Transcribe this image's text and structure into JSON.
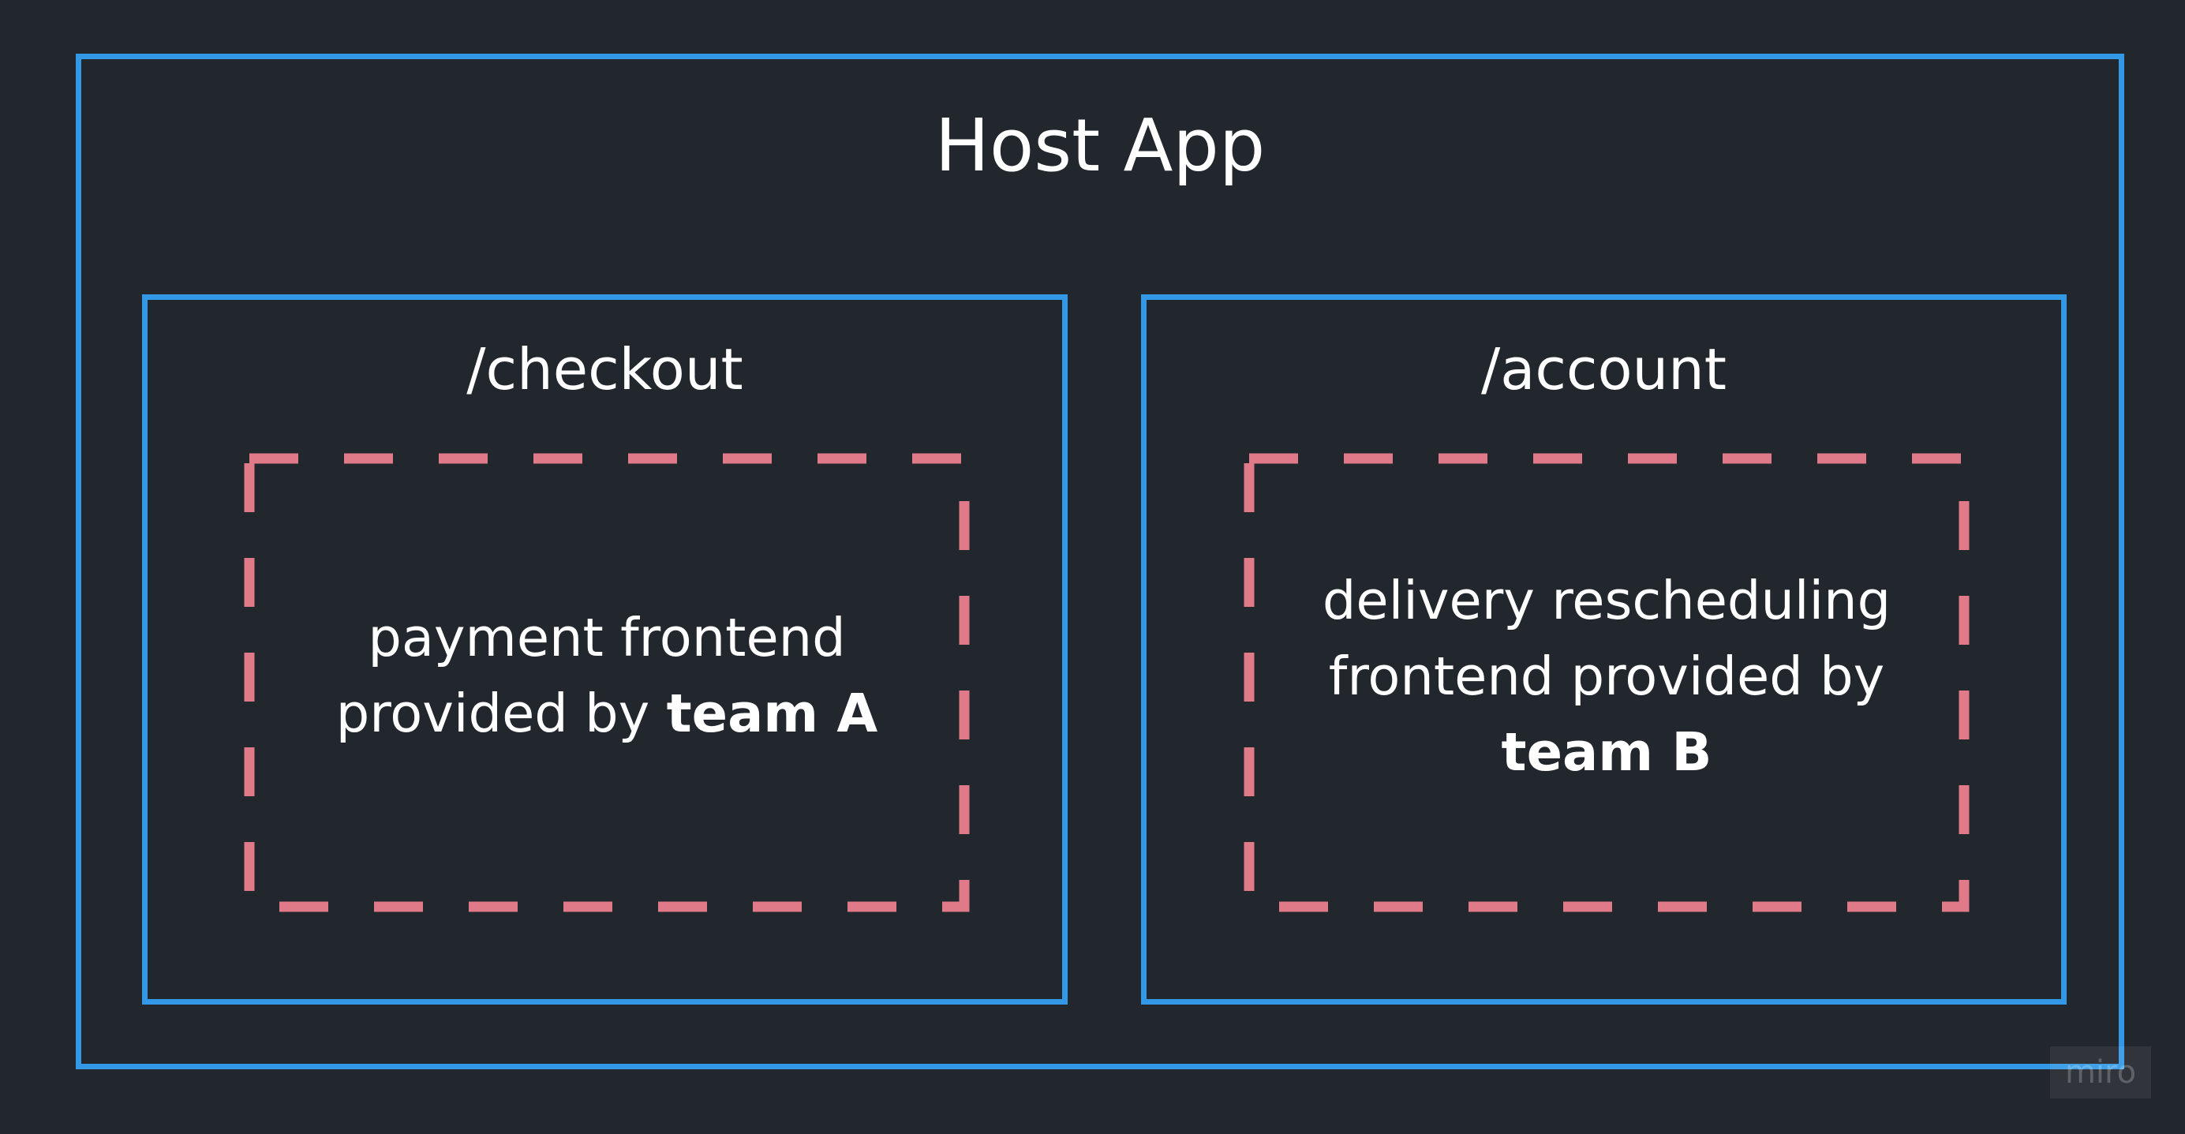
{
  "host": {
    "title": "Host App"
  },
  "panels": [
    {
      "route": "/checkout",
      "desc_line1": "payment frontend",
      "desc_line2_prefix": "provided by ",
      "desc_line2_bold": "team A"
    },
    {
      "route": "/account",
      "desc_line1": "delivery rescheduling",
      "desc_line2": "frontend provided by",
      "desc_line3_bold": "team B"
    }
  ],
  "watermark": "miro",
  "colors": {
    "background": "#22262d",
    "container_border": "#3399e6",
    "dashed_border": "#e07a88",
    "text": "#ffffff"
  }
}
